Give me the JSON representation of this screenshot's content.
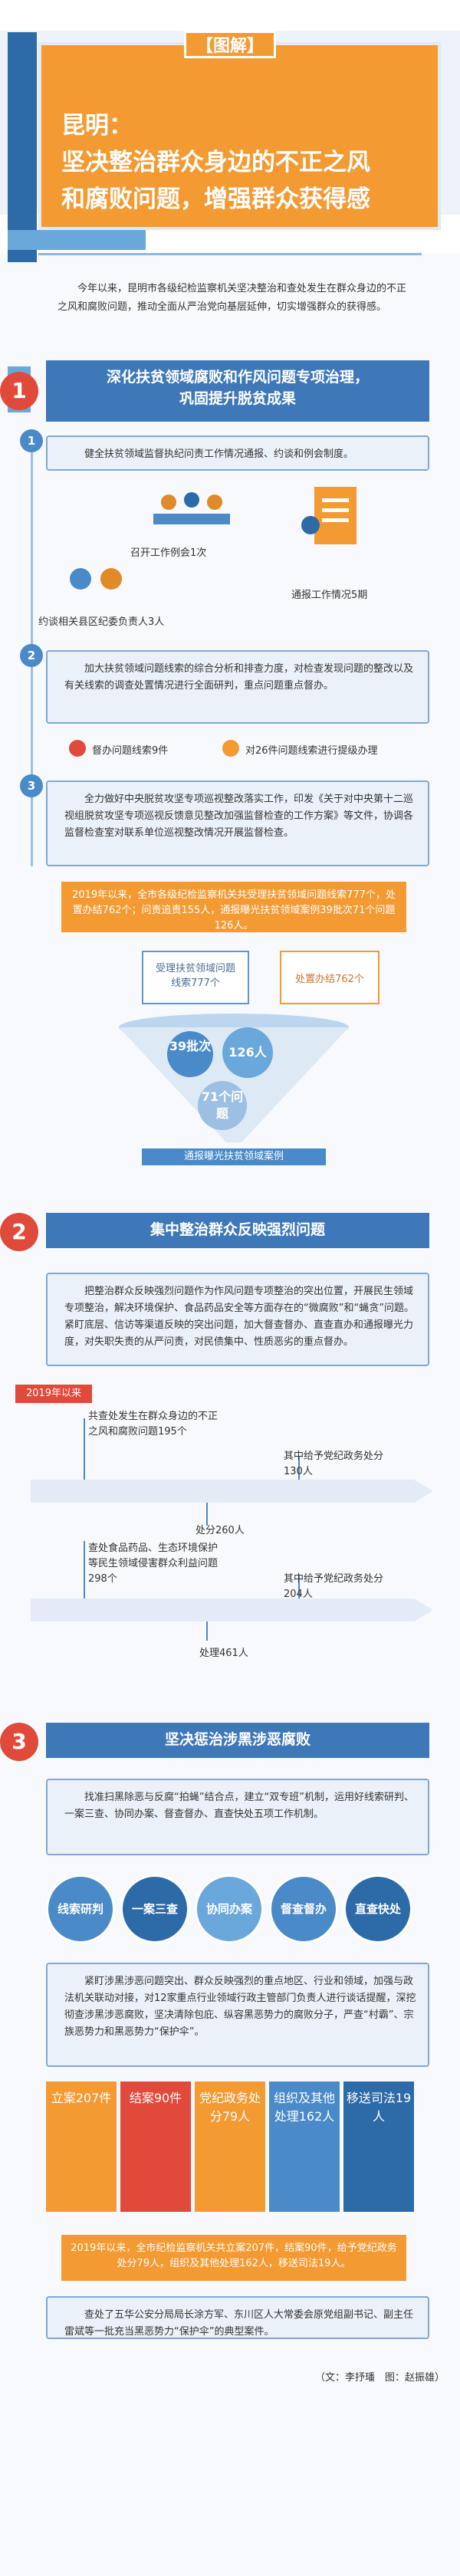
{
  "header": {
    "tag": "【图解】",
    "title_line1": "昆明：",
    "title_line2": "坚决整治群众身边的不正之风",
    "title_line3": "和腐败问题，增强群众获得感"
  },
  "intro": "今年以来，昆明市各级纪检监察机关坚决整治和查处发生在群众身边的不正之风和腐败问题，推动全面从严治党向基层延伸，切实增强群众的获得感。",
  "section1": {
    "num": "1",
    "title_line1": "深化扶贫领域腐败和作风问题专项治理，",
    "title_line2": "巩固提升脱贫成果",
    "item1": "健全扶贫领域监督执纪问责工作情况通报、约谈和例会制度。",
    "meeting": "召开工作例会1次",
    "report": "通报工作情况5期",
    "talk": "约谈相关县区纪委负责人3人",
    "item2_num": "2",
    "item2": "加大扶贫领域问题线索的综合分析和排查力度，对检查发现问题的整改以及有关线索的调查处置情况进行全面研判，重点问题重点督办。",
    "supervise": "督办问题线索9件",
    "lift": "对26件问题线索进行提级办理",
    "item3_num": "3",
    "item3": "全力做好中央脱贫攻坚专项巡视整改落实工作，印发《关于对中央第十二巡视组脱贫攻坚专项巡视反馈意见整改加强监督检查的工作方案》等文件，协调各监督检查室对联系单位巡视整改情况开展监督检查。",
    "stat_box": "2019年以来，全市各级纪检监察机关共受理扶贫领域问题线索777个，处置办结762个；问责追责155人，通报曝光扶贫领域案例39批次71个问题126人。",
    "funnel_left": "受理扶贫领域问题线索777个",
    "funnel_right": "处置办结762个",
    "bubble1": "39批次",
    "bubble2": "126人",
    "bubble3": "71个问题",
    "funnel_label": "通报曝光扶贫领域案例"
  },
  "section2": {
    "num": "2",
    "title": "集中整治群众反映强烈问题",
    "text": "把整治群众反映强烈问题作为作风问题专项整治的突出位置，开展民生领域专项整治，解决环境保护、食品药品安全等方面存在的“微腐败”和“蝇贪”问题。紧盯底层、信访等渠道反映的突出问题，加大督查督办、直查直办和通报曝光力度，对失职失责的从严问责，对民债集中、性质恶劣的重点督办。",
    "since": "2019年以来",
    "t1a": "共查处发生在群众身边的不正之风和腐败问题195个",
    "t1b": "处分260人",
    "t1c": "其中给予党纪政务处分130人",
    "t2a": "查处食品药品、生态环境保护等民生领域侵害群众利益问题298个",
    "t2b": "处理461人",
    "t2c": "其中给予党纪政务处分204人"
  },
  "section3": {
    "num": "3",
    "title": "坚决惩治涉黑涉恶腐败",
    "text1": "找准扫黑除恶与反腐“拍蝇”结合点，建立“双专班”机制，运用好线索研判、一案三查、协同办案、督查督办、直查快处五项工作机制。",
    "btn1": "线索研判",
    "btn2": "一案三查",
    "btn3": "协同办案",
    "btn4": "督查督办",
    "btn5": "直查快处",
    "text2": "紧盯涉黑涉恶问题突出、群众反映强烈的重点地区、行业和领域，加强与政法机关联动对接，对12家重点行业领域行政主管部门负责人进行谈话提醒，深挖彻查涉黑涉恶腐败，坚决清除包庇、纵容黑恶势力的腐败分子，严查“村霸”、宗族恶势力和黑恶势力“保护伞”。",
    "col1": "立案207件",
    "col2": "结案90件",
    "col3": "党纪政务处分79人",
    "col4": "组织及其他处理162人",
    "col5": "移送司法19人",
    "stat": "2019年以来，全市纪检监察机关共立案207件，结案90件，给予党纪政务处分79人，组织及其他处理162人，移送司法19人。",
    "extra": "查处了五华公安分局局长涂方军、东川区人大常委会原党组副书记、副主任雷斌等一批充当黑恶势力“保护伞”的典型案件。",
    "credit": "（文：李抒璠　图：赵振雄）"
  }
}
